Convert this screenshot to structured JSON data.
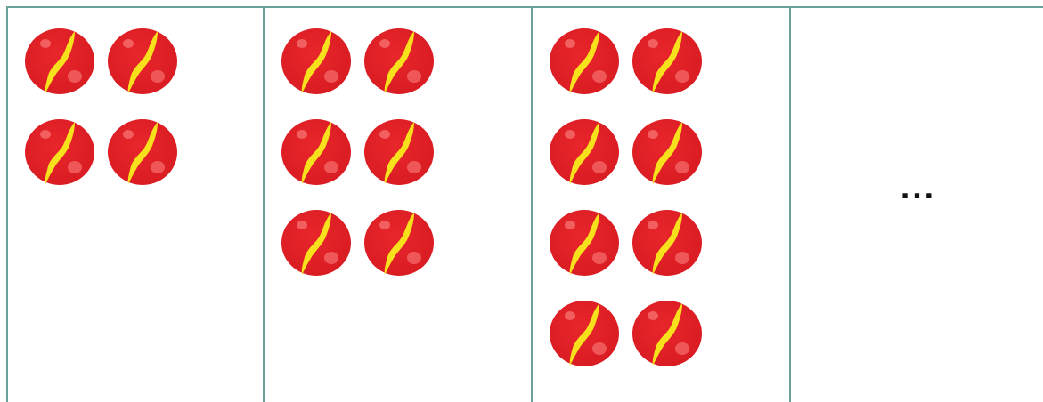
{
  "pattern": {
    "stages": [
      {
        "marble_count": 4
      },
      {
        "marble_count": 6
      },
      {
        "marble_count": 8
      }
    ],
    "continuation_text": "...",
    "marble_colors": {
      "body": "#e8262b",
      "highlight": "#f46a6a",
      "stripe": "#f7e01c"
    },
    "border_color": "#6aa29a"
  }
}
